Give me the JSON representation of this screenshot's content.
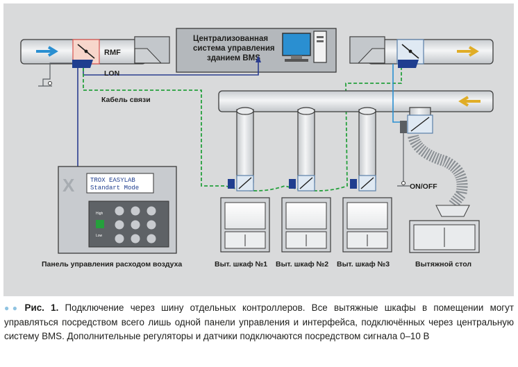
{
  "labels": {
    "rmf": "RMF",
    "lon": "LON",
    "cable": "Кабель связи",
    "bms_line1": "Централизованная",
    "bms_line2": "система управления",
    "bms_line3": "зданием BMS",
    "panel_brand": "TROX EASYLAB",
    "panel_mode": "Standart Mode",
    "panel_logo": "X",
    "key_high": "High",
    "key_low": "Low",
    "onoff": "ON/OFF",
    "panel_caption": "Панель управления расходом воздуха",
    "hood1": "Выт. шкаф №1",
    "hood2": "Выт. шкаф №2",
    "hood3": "Выт. шкаф №3",
    "table": "Вытяжной стол"
  },
  "caption": {
    "dots": "●●",
    "fig": "Рис. 1.",
    "text": "Подключение через шину отдельных контроллеров. Все вытяжные шкафы в помещении могут управляться посредством всего лишь одной панели управления и интерфейса, подключённых через центральную систему BMS. Дополнительные регуляторы и датчики подключаются посредством сигнала 0–10 В"
  },
  "colors": {
    "background": "#d9dadb",
    "duct": "#eceeef",
    "supply_arrow": "#2a8fd1",
    "exhaust_arrow": "#e0ad26",
    "bus_cable": "#25a03c",
    "lon_cable": "#2a3c8f",
    "signal_cable": "#2a8fd1",
    "controller": "#1f3e8f"
  }
}
